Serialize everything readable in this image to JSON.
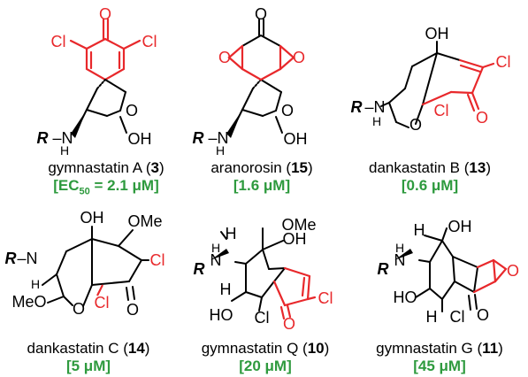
{
  "figure": {
    "compounds": [
      {
        "name_prefix": "gymnastatin A (",
        "number": "3",
        "name_suffix": ")",
        "activity_main": "[EC",
        "activity_sub": "50",
        "activity_tail": " = 2.1 μM]",
        "atoms": {
          "o_top": "O",
          "cl_left": "Cl",
          "cl_right": "Cl",
          "o_ring": "O",
          "oh": "OH",
          "r": "R",
          "nh": "–N",
          "h": "H"
        }
      },
      {
        "name_prefix": "aranorosin (",
        "number": "15",
        "name_suffix": ")",
        "activity_main": "[1.6 μM]",
        "atoms": {
          "o_top": "O",
          "o_ep_left": "O",
          "o_ep_right": "O",
          "o_ring": "O",
          "oh": "OH",
          "r": "R",
          "nh": "–N",
          "h": "H"
        }
      },
      {
        "name_prefix": "dankastatin B (",
        "number": "13",
        "name_suffix": ")",
        "activity_main": "[0.6 μM]",
        "atoms": {
          "oh": "OH",
          "cl_right": "Cl",
          "cl_mid": "Cl",
          "o_keto": "O",
          "o_ring": "O",
          "r": "R",
          "nh": "–N",
          "h": "H"
        }
      },
      {
        "name_prefix": "dankastatin C (",
        "number": "14",
        "name_suffix": ")",
        "activity_main": "[5 μM]",
        "atoms": {
          "oh": "OH",
          "ome_top": "OMe",
          "cl_right": "Cl",
          "cl_mid": "Cl",
          "o_keto": "O",
          "o_ring": "O",
          "meo": "MeO",
          "r": "R",
          "nh": "–N",
          "h": "H"
        }
      },
      {
        "name_prefix": "gymnastatin Q (",
        "number": "10",
        "name_suffix": ")",
        "activity_main": "[20 μM]",
        "atoms": {
          "ome": "OMe",
          "h_top": "H",
          "oh_top": "OH",
          "r": "R",
          "nh": "N",
          "h_nh": "H",
          "h_mid": "H",
          "ho": "HO",
          "cl_mid": "Cl",
          "o_keto": "O",
          "cl_right": "Cl"
        }
      },
      {
        "name_prefix": "gymnastatin G (",
        "number": "11",
        "name_suffix": ")",
        "activity_main": "[45 μM]",
        "atoms": {
          "h_top": "H",
          "oh_top": "OH",
          "r": "R",
          "nh": "N",
          "h_nh": "H",
          "o_ep": "O",
          "ho": "HO",
          "h_mid": "H",
          "cl_mid": "Cl",
          "o_keto": "O"
        }
      }
    ]
  }
}
